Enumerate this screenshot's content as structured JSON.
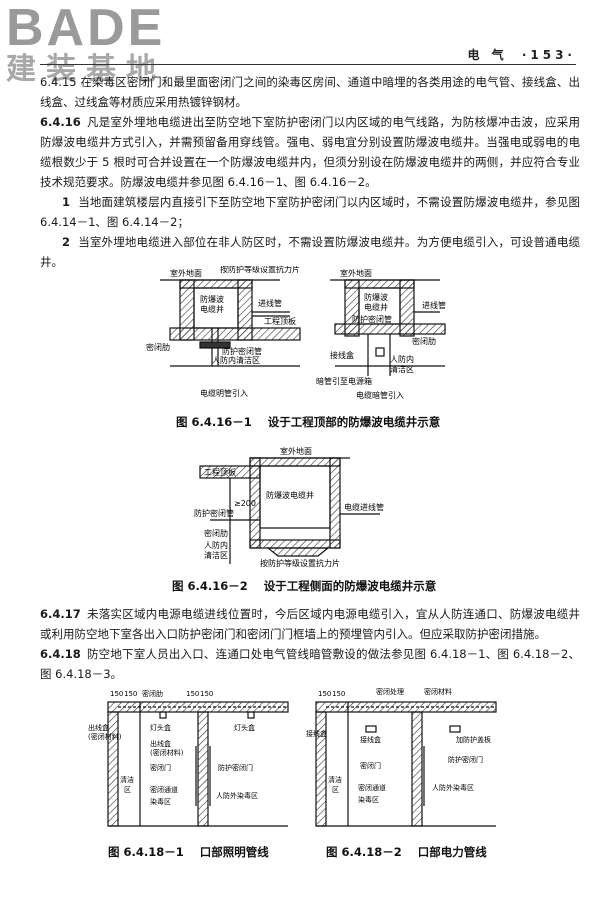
{
  "logo": {
    "main": "BADE",
    "sub": "建装基地"
  },
  "header": {
    "section": "电 气",
    "page": "·153·"
  },
  "paragraphs": {
    "p1": "6.4.15 在染毒区密闭门和最里面密闭门之间的染毒区房间、通道中暗埋的各类用途的电气管、接线盒、出线盒、过线盒等材质应采用热镀锌钢材。",
    "p2_num": "6.4.16",
    "p2": "凡是室外埋地电缆进出至防空地下室防护密闭门以内区域的电气线路，为防核爆冲击波，应采用防爆波电缆井方式引入，并需预留备用穿线管。强电、弱电宜分别设置防爆波电缆井。当强电或弱电的电缆根数少于 5 根时可合并设置在一个防爆波电缆井内，但须分别设在防爆波电缆井的两侧，并应符合专业技术规范要求。防爆波电缆井参见图 6.4.16－1、图 6.4.16－2。",
    "p3_num": "1",
    "p3": "当地面建筑楼层内直接引下至防空地下室防护密闭门以内区域时，不需设置防爆波电缆井，参见图 6.4.14－1、图 6.4.14－2；",
    "p4_num": "2",
    "p4": "当室外埋地电缆进入部位在非人防区时，不需设置防爆波电缆井。为方便电缆引入，可设普通电缆井。",
    "p5_num": "6.4.17",
    "p5": "未落实区域内电源电缆进线位置时，今后区域内电源电缆引入，宜从人防连通口、防爆波电缆井或利用防空地下室各出入口防护密闭门和密闭门门框墙上的预埋管内引入。但应采取防护密闭措施。",
    "p6_num": "6.4.18",
    "p6": "防空地下室人员出入口、连通口处电气管线暗管敷设的做法参见图 6.4.18－1、图 6.4.18－2、图 6.4.18－3。"
  },
  "fig1": {
    "left": {
      "outdoor": "室外地面",
      "anti_plate": "按防护等级设置抗力片",
      "well": [
        "防爆波",
        "电缆井"
      ],
      "inlet_pipe": "进线管",
      "roof": "工程顶板",
      "seal_rib": "密闭肋",
      "seal_pipe": "防护密闭管",
      "clean_zone": "人防内清洁区",
      "sub": "电缆明管引入"
    },
    "right": {
      "outdoor": "室外地面",
      "well": [
        "防爆波",
        "电缆井"
      ],
      "seal_pipe": "防护密闭管",
      "inlet_pipe": "进线管",
      "seal_rib": "密闭肋",
      "junction": "接线盒",
      "clean_zone": [
        "人防内",
        "清洁区"
      ],
      "conduit": "暗管引至电源箱",
      "sub": "电缆暗管引入"
    },
    "caption_no": "图 6.4.16－1",
    "caption": "设于工程顶部的防爆波电缆井示意"
  },
  "fig2": {
    "outdoor": "室外地面",
    "roof": "工程顶板",
    "well": "防爆波电缆井",
    "dim": "≥200",
    "seal_pipe": "防护密闭管",
    "inlet_pipe": "电缆进线管",
    "seal_rib": "密闭肋",
    "clean_zone": [
      "人防内",
      "清洁区"
    ],
    "anti_plate": "按防护等级设置抗力片",
    "caption_no": "图 6.4.16－2",
    "caption": "设于工程侧面的防爆波电缆井示意"
  },
  "fig3": {
    "dims": [
      "150",
      "150",
      "150",
      "150"
    ],
    "seal_rib": "密闭肋",
    "outlet_box": [
      "出线盒",
      "(密闭材料)"
    ],
    "lamp_box1": "灯头盒",
    "outlet_box2": [
      "出线盒",
      "(密闭材料)"
    ],
    "lamp_box2": "灯头盒",
    "seal_door": "密闭门",
    "prot_door": "防护密闭门",
    "clean": [
      "清洁",
      "区"
    ],
    "passage": [
      "密闭通道",
      "染毒区"
    ],
    "outer": "人防外染毒区",
    "caption_no": "图 6.4.18－1",
    "caption": "口部照明管线"
  },
  "fig4": {
    "dims": [
      "150",
      "150"
    ],
    "seal_treat": "密闭处理",
    "seal_mat": "密闭材料",
    "junction": "接线盒",
    "junction2": "接线盒",
    "cover": "加防护盖板",
    "seal_door": "密闭门",
    "prot_door": "防护密闭门",
    "clean": [
      "清洁",
      "区"
    ],
    "passage": [
      "密闭通道",
      "染毒区"
    ],
    "outer": "人防外染毒区",
    "caption_no": "图 6.4.18－2",
    "caption": "口部电力管线"
  }
}
